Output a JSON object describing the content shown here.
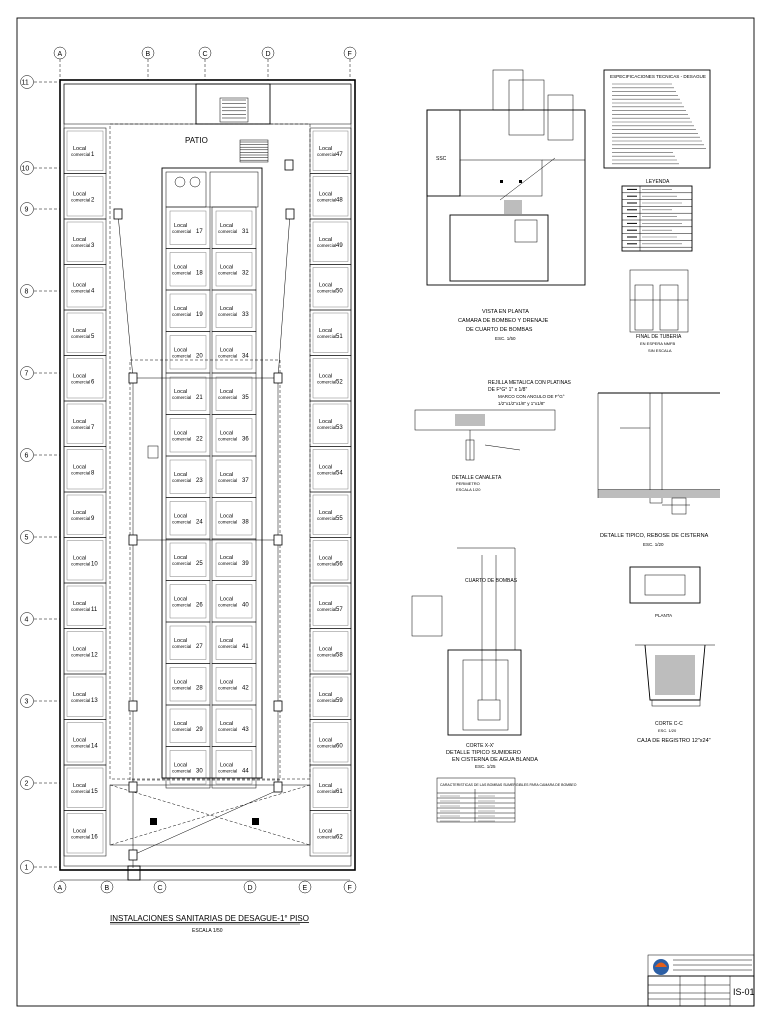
{
  "sheet": {
    "main_title": "INSTALACIONES SANITARIAS DE DESAGUE-1° PISO",
    "main_scale": "ESCALA 1/50",
    "sheet_code": "IS-01"
  },
  "grid": {
    "columns": [
      "A",
      "B",
      "C",
      "D",
      "E",
      "F"
    ],
    "rows": [
      "11",
      "10",
      "9",
      "8",
      "7",
      "6",
      "5",
      "4",
      "3",
      "2",
      "1"
    ]
  },
  "plan": {
    "patio_label": "PATIO",
    "local_label": "Local",
    "local_sub": "comercial",
    "left_units": [
      "1",
      "2",
      "3",
      "4",
      "5",
      "6",
      "7",
      "8",
      "9",
      "10",
      "11",
      "12",
      "13",
      "14",
      "15",
      "16"
    ],
    "right_units": [
      "47",
      "48",
      "49",
      "50",
      "51",
      "52",
      "53",
      "54",
      "55",
      "56",
      "57",
      "58",
      "59",
      "60",
      "61",
      "62"
    ],
    "center_units": [
      "17",
      "18",
      "19",
      "20",
      "21",
      "22",
      "23",
      "24",
      "25",
      "26",
      "27",
      "28",
      "29",
      "30",
      "31",
      "32",
      "33",
      "34",
      "35",
      "36",
      "37",
      "38",
      "39",
      "40",
      "41",
      "42",
      "43",
      "44"
    ]
  },
  "details": {
    "pump_room_title_1": "VISTA EN PLANTA",
    "pump_room_title_2": "CAMARA DE BOMBEO Y DRENAJE",
    "pump_room_title_3": "DE CUARTO DE BOMBAS",
    "pump_room_scale": "ESC. 1/50",
    "specs_title": "ESPECIFICACIONES TECNICAS - DESAGUE",
    "legend_title": "LEYENDA",
    "pipe_end_title_1": "FINAL DE TUBERIA",
    "pipe_end_title_2": "EN ESPERA NMFB",
    "pipe_end_scale": "SIN ESCALA",
    "gutter_title_1": "DETALLE CANALETA",
    "gutter_title_2": "PERIMETRO",
    "gutter_scale": "ESCALA 1/20",
    "gutter_note_1": "REJILLA METALICA CON PLATINAS",
    "gutter_note_2": "DE F°G° 1\" x 1/8\"",
    "gutter_note_3": "MARCO CON ANGULO DE F°G°",
    "gutter_note_4": "1/2\"x1/2\"x1/8\" y 1\"x1/8\"",
    "overflow_title": "DETALLE TIPICO, REBOSE DE CISTERNA",
    "overflow_scale": "ESC. 1/20",
    "sump_title_1": "CORTE X-X'",
    "sump_title_2": "DETALLE TIPICO SUMIDERO",
    "sump_title_3": "EN CISTERNA DE AGUA BLANDA",
    "sump_scale": "ESC. 1/25",
    "room_label": "CUARTO DE BOMBAS",
    "plan_label": "PLANTA",
    "box_section_1": "CORTE C-C",
    "box_section_2": "CAJA DE REGISTRO 12\"x24\"",
    "box_scale": "ESC. 1/20",
    "table_title": "CARACTERISTICAS DE LAS BOMBAS SUMERGIBLES PARA CAMARA DE BOMBEO"
  }
}
